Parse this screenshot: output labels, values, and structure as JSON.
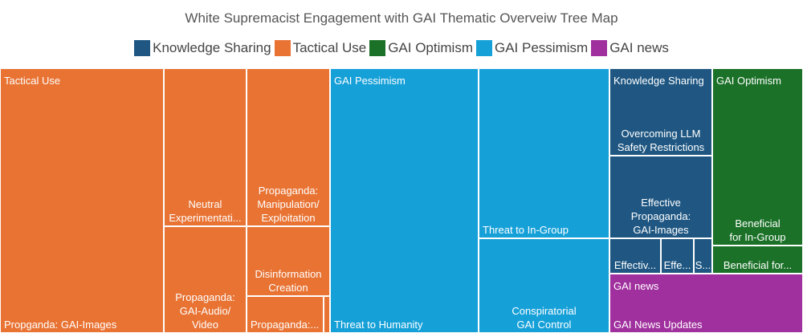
{
  "chart_data": {
    "type": "treemap",
    "title": "White Supremacist Engagement with GAI Thematic Overveiw Tree Map",
    "legend_position": "top-center",
    "legend": [
      {
        "name": "Knowledge Sharing",
        "color": "#1f5782"
      },
      {
        "name": "Tactical Use",
        "color": "#e87333"
      },
      {
        "name": "GAI Optimism",
        "color": "#1b7128"
      },
      {
        "name": "GAI Pessimism",
        "color": "#16a0d8"
      },
      {
        "name": "GAI news",
        "color": "#a0309e"
      }
    ],
    "groups": [
      {
        "name": "Tactical Use",
        "color": "#e87333",
        "children": [
          {
            "label": "Propganda: GAI-Images",
            "value": 63
          },
          {
            "label": "Neutral Experimentati...",
            "value": 12
          },
          {
            "label": "Propaganda: Manipulation/ Exploitation",
            "value": 13
          },
          {
            "label": "Propaganda: GAI-Audio/ Video",
            "value": 16
          },
          {
            "label": "Disinformation Creation",
            "value": 7
          },
          {
            "label": "Propaganda:...",
            "value": 4
          },
          {
            "label": "",
            "value": 0.6
          }
        ]
      },
      {
        "name": "GAI Pessimism",
        "color": "#16a0d8",
        "children": [
          {
            "label": "Threat to Humanity",
            "value": 59
          },
          {
            "label": "Threat to In-Group",
            "value": 35
          },
          {
            "label": "Conspiratorial GAI Control",
            "value": 19
          }
        ]
      },
      {
        "name": "Knowledge Sharing",
        "color": "#1f5782",
        "children": [
          {
            "label": "Overcoming LLM Safety Restrictions",
            "value": 13
          },
          {
            "label": "Effective Propaganda: GAI-Images",
            "value": 13
          },
          {
            "label": "Effectiv...",
            "value": 6
          },
          {
            "label": "Effe...",
            "value": 4
          },
          {
            "label": "S...",
            "value": 2.2
          }
        ]
      },
      {
        "name": "GAI Optimism",
        "color": "#1b7128",
        "children": [
          {
            "label": "Beneficial for In-Group",
            "value": 27
          },
          {
            "label": "Beneficial for...",
            "value": 4.5
          }
        ]
      },
      {
        "name": "GAI news",
        "color": "#a0309e",
        "children": [
          {
            "label": "GAI News Updates",
            "value": 17
          }
        ]
      }
    ]
  }
}
